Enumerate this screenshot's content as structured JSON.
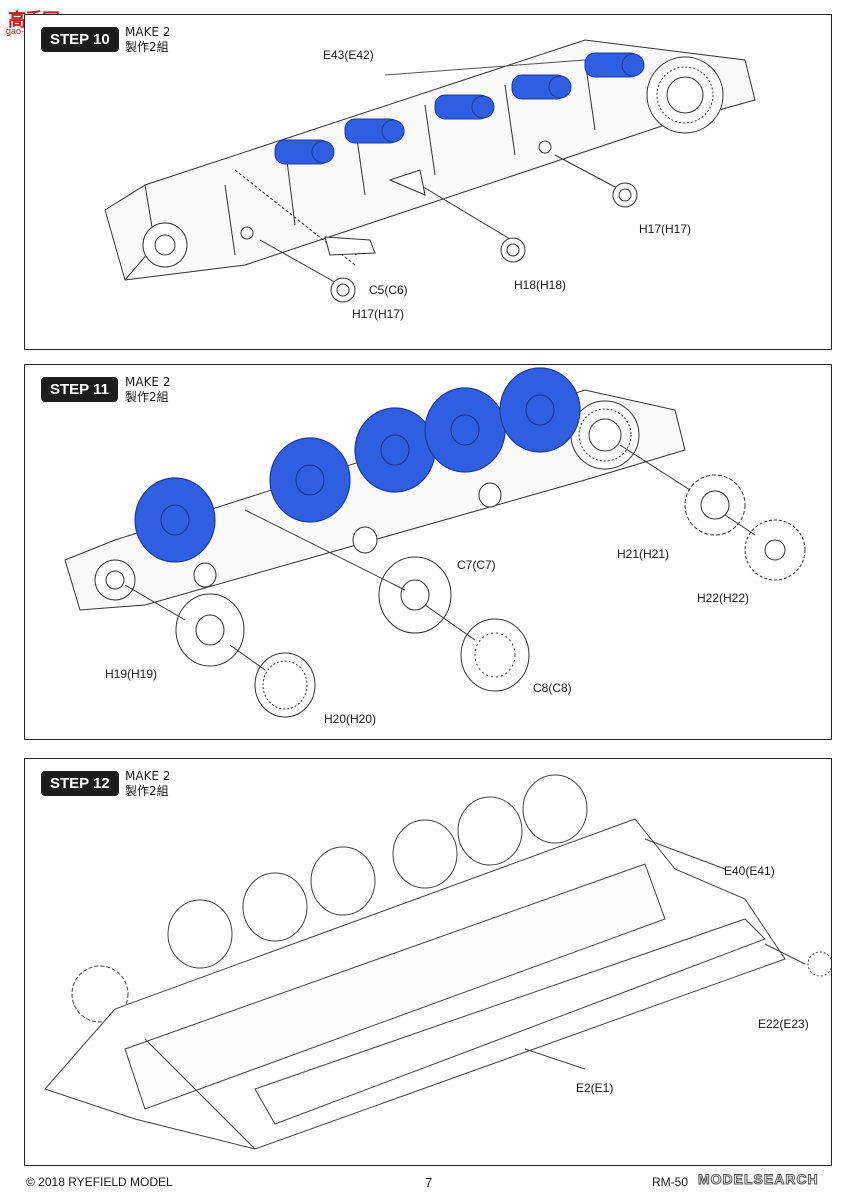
{
  "site_logo": {
    "chars": "高手网",
    "domain": "gao-shou.com",
    "color": "#c21d1d"
  },
  "steps": [
    {
      "badge": "STEP 10",
      "make_line1": "MAKE 2",
      "make_line2": "製作2組",
      "labels": [
        "E43(E42)",
        "C5(C6)",
        "H17(H17)",
        "H18(H18)",
        "H17(H17)"
      ]
    },
    {
      "badge": "STEP 11",
      "make_line1": "MAKE 2",
      "make_line2": "製作2組",
      "labels": [
        "C7(C7)",
        "H21(H21)",
        "H22(H22)",
        "H19(H19)",
        "C8(C8)",
        "H20(H20)"
      ]
    },
    {
      "badge": "STEP 12",
      "make_line1": "MAKE 2",
      "make_line2": "製作2組",
      "labels": [
        "E40(E41)",
        "E22(E23)",
        "E2(E1)"
      ]
    }
  ],
  "footer": {
    "copyright": "© 2018 RYEFIELD MODEL",
    "page": "7",
    "kit": "RM-50",
    "watermark": "MODELSEARCH"
  },
  "highlight_color": "#2f5fe0"
}
